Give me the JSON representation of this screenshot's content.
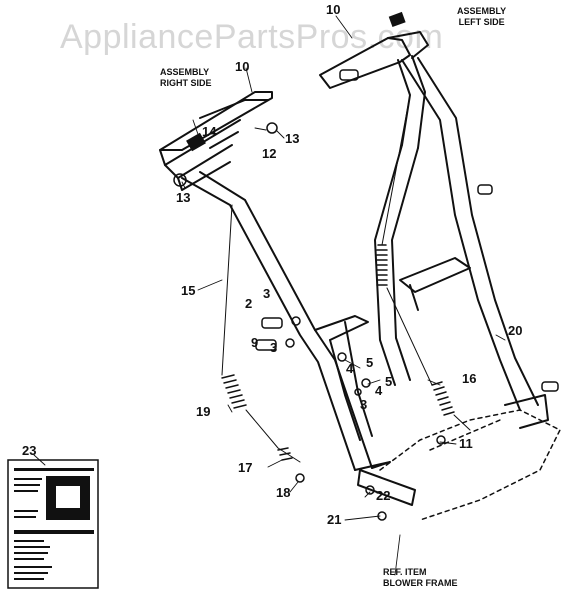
{
  "watermark": "AppliancePartsPros.com",
  "captions": {
    "right_side": [
      "ASSEMBLY",
      "RIGHT SIDE"
    ],
    "left_side": [
      "ASSEMBLY",
      "LEFT SIDE"
    ],
    "ref_item": [
      "REF. ITEM",
      "BLOWER FRAME"
    ]
  },
  "callouts": {
    "c10_top": "10",
    "c10_right": "10",
    "c14": "14",
    "c13_a": "13",
    "c12": "12",
    "c13_b": "13",
    "c15": "15",
    "c2": "2",
    "c3_a": "3",
    "c9": "9",
    "c3_b": "3",
    "c5_a": "5",
    "c4_a": "4",
    "c4_b": "4",
    "c5_b": "5",
    "c3_c": "3",
    "c20": "20",
    "c16": "16",
    "c19": "19",
    "c11": "11",
    "c17": "17",
    "c18": "18",
    "c22": "22",
    "c21": "21",
    "c23": "23"
  },
  "colors": {
    "ink": "#111111",
    "watermark": "#d6d6d6",
    "background": "#ffffff"
  }
}
